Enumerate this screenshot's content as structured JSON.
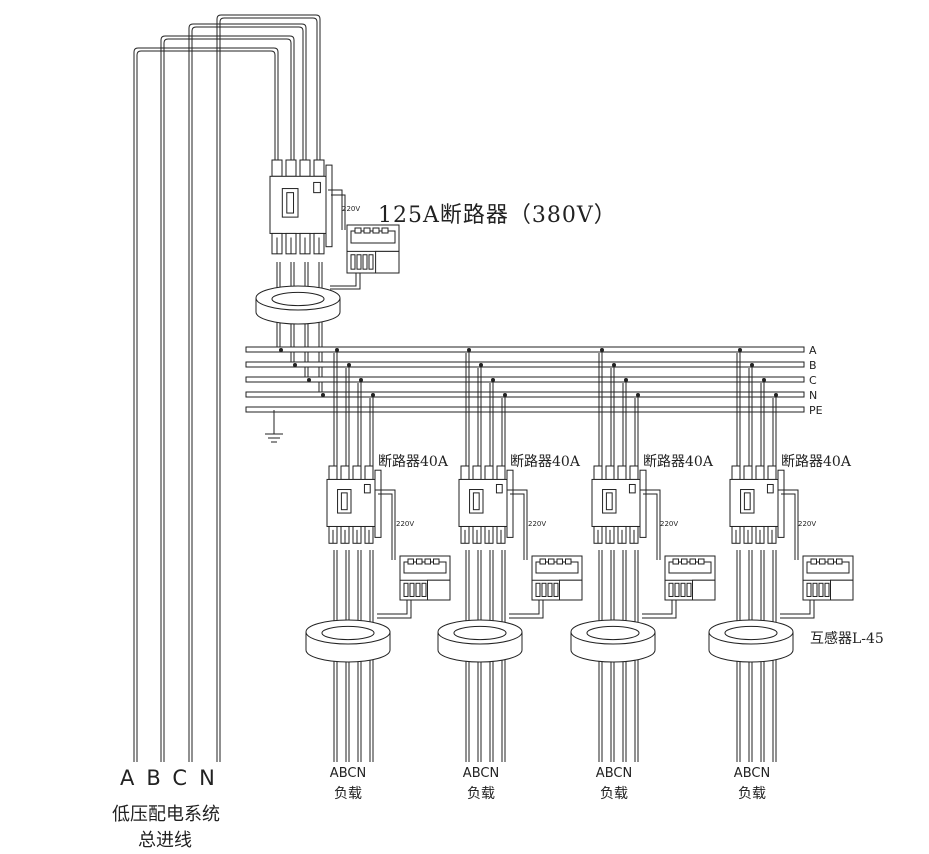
{
  "main_breaker": {
    "label": "125A断路器（380V）",
    "voltage_tag": "220V"
  },
  "busbars": [
    "A",
    "B",
    "C",
    "N",
    "PE"
  ],
  "branches": [
    {
      "breaker_label": "断路器40A",
      "voltage_tag": "220V",
      "load_phases": "ABCN",
      "load_label": "负载"
    },
    {
      "breaker_label": "断路器40A",
      "voltage_tag": "220V",
      "load_phases": "ABCN",
      "load_label": "负载"
    },
    {
      "breaker_label": "断路器40A",
      "voltage_tag": "220V",
      "load_phases": "ABCN",
      "load_label": "负载"
    },
    {
      "breaker_label": "断路器40A",
      "voltage_tag": "220V",
      "load_phases": "ABCN",
      "load_label": "负载"
    }
  ],
  "transformer_label": "互感器L-45",
  "incoming_feeder": {
    "phases": "ABCN",
    "line1": "低压配电系统",
    "line2": "总进线"
  }
}
